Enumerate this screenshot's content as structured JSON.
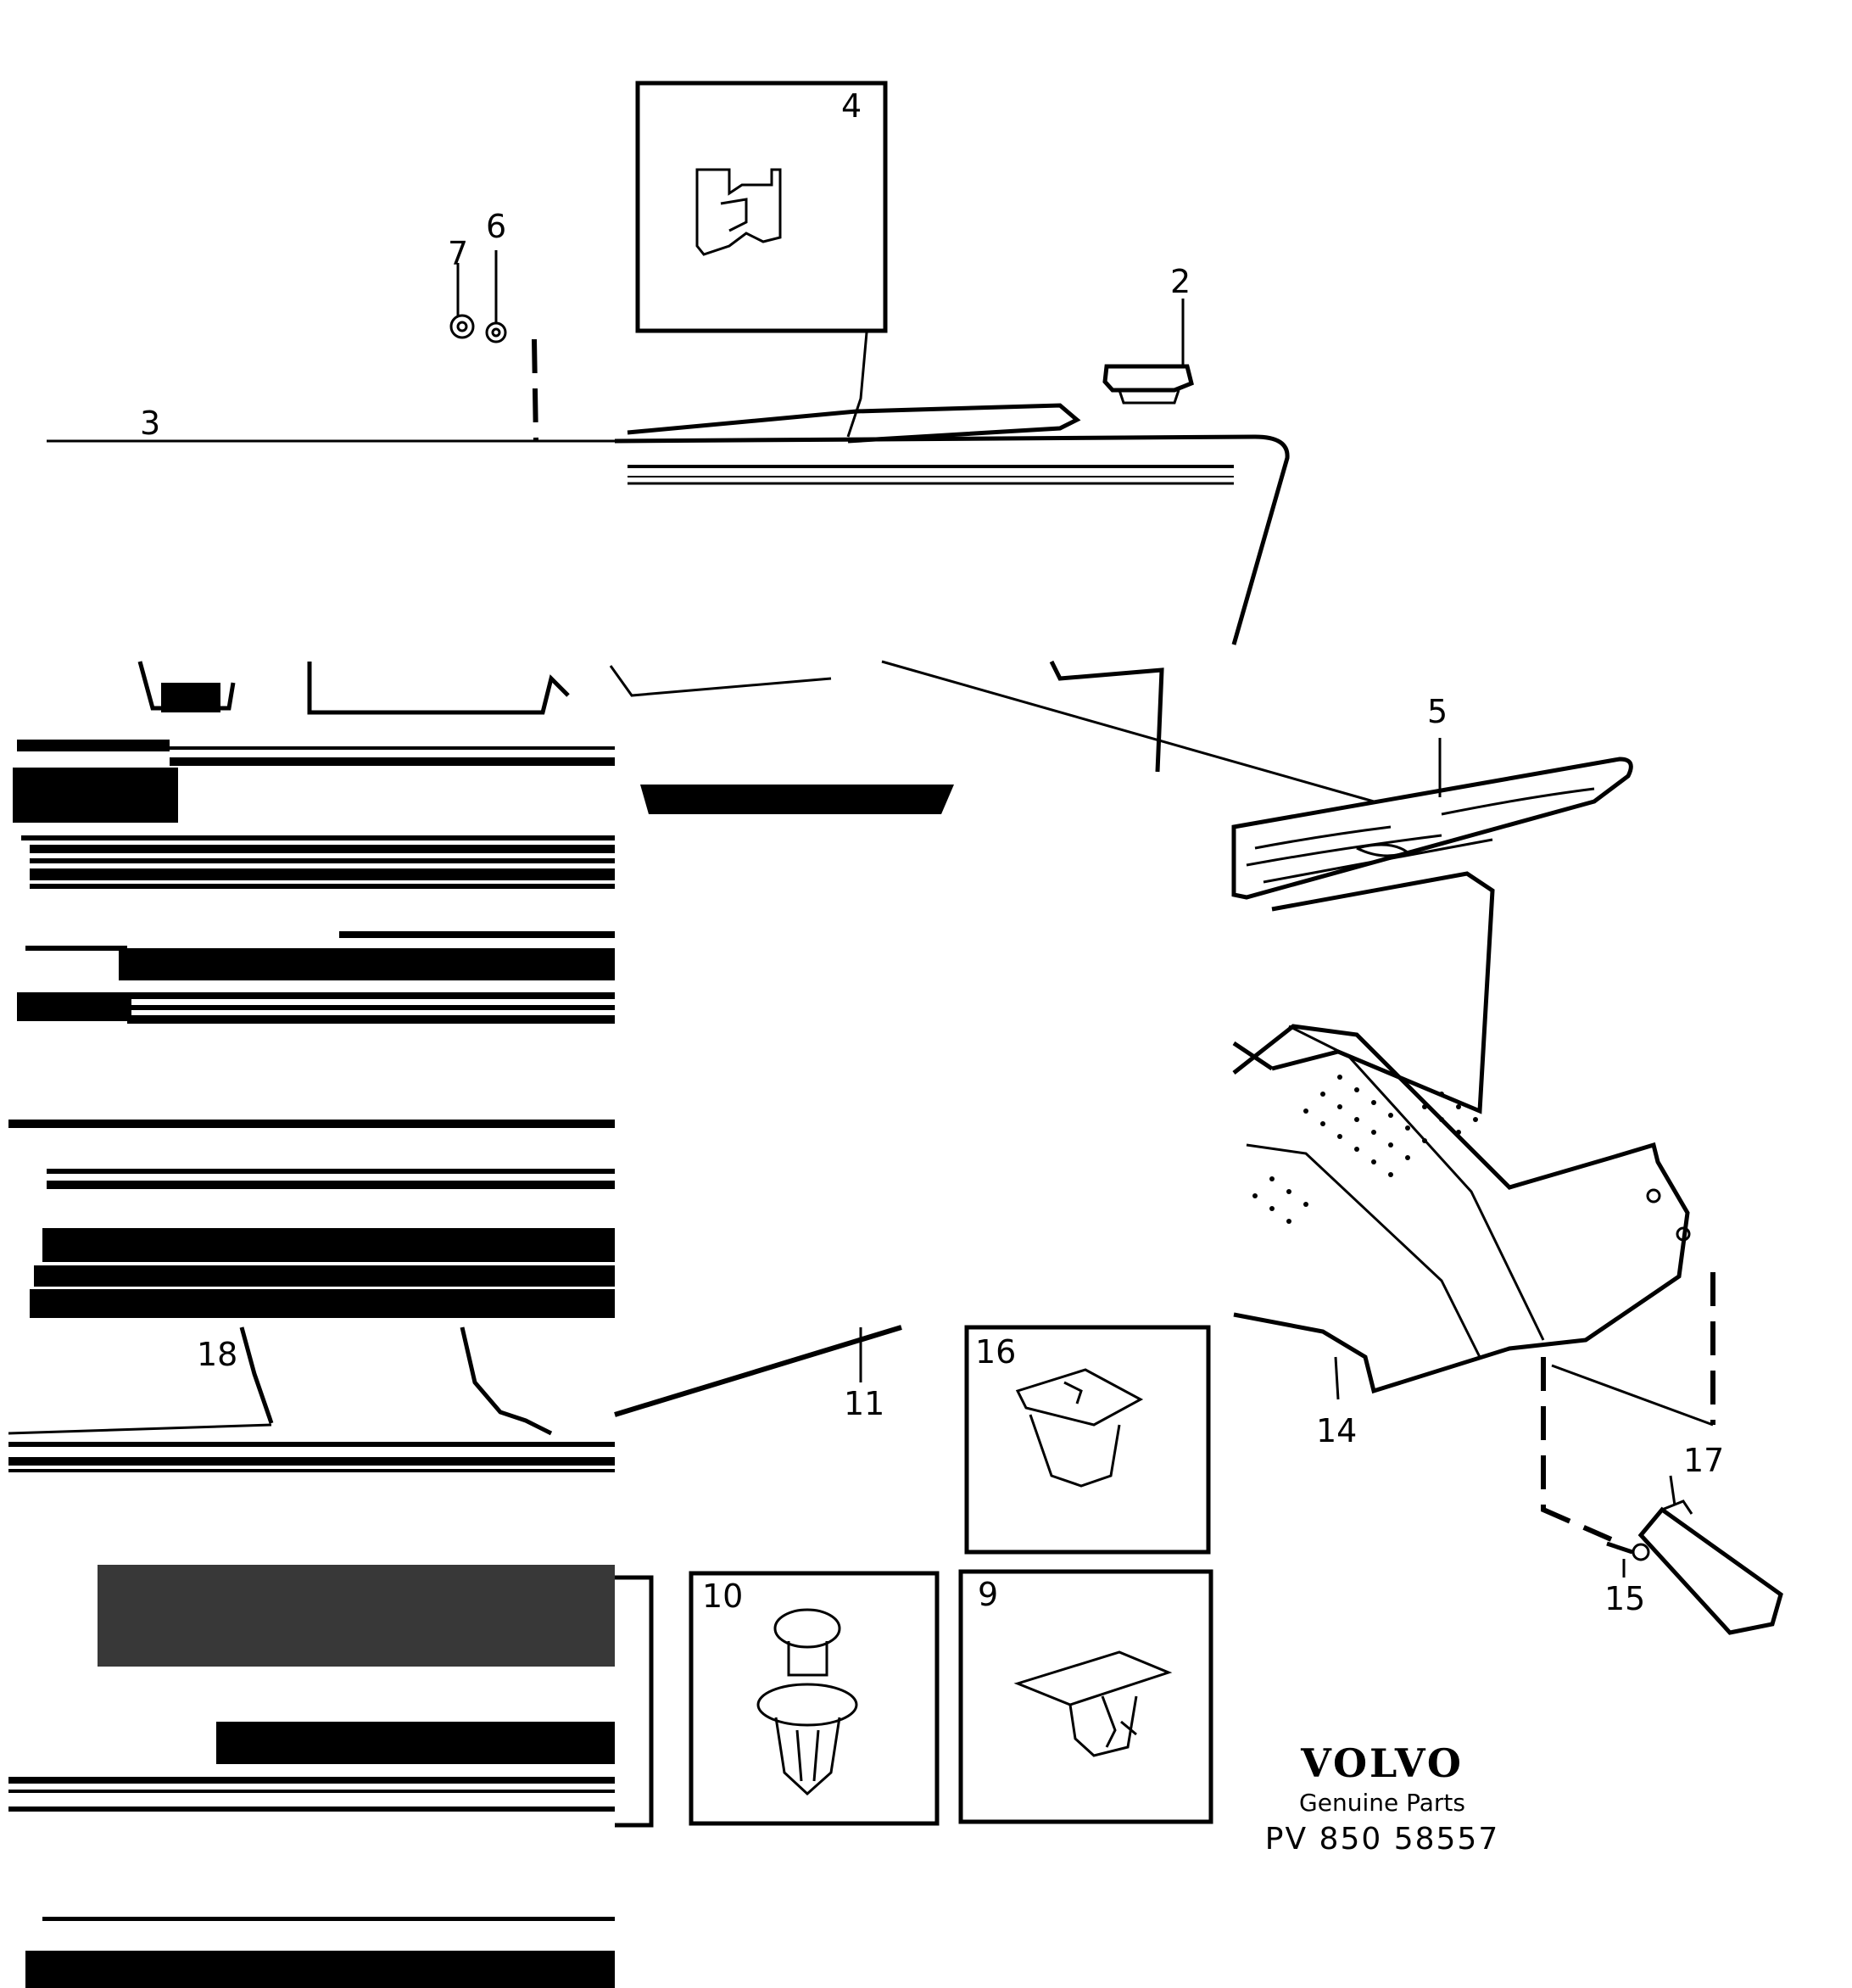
{
  "callouts": {
    "c2": "2",
    "c3": "3",
    "c4": "4",
    "c5": "5",
    "c6": "6",
    "c7": "7",
    "c9": "9",
    "c10": "10",
    "c11": "11",
    "c14": "14",
    "c15": "15",
    "c16": "16",
    "c17": "17",
    "c18": "18"
  },
  "brand": {
    "logo": "VOLVO",
    "subtitle": "Genuine Parts",
    "reference": "PV 850 58557"
  },
  "colors": {
    "ink": "#000000",
    "paper": "#ffffff"
  }
}
